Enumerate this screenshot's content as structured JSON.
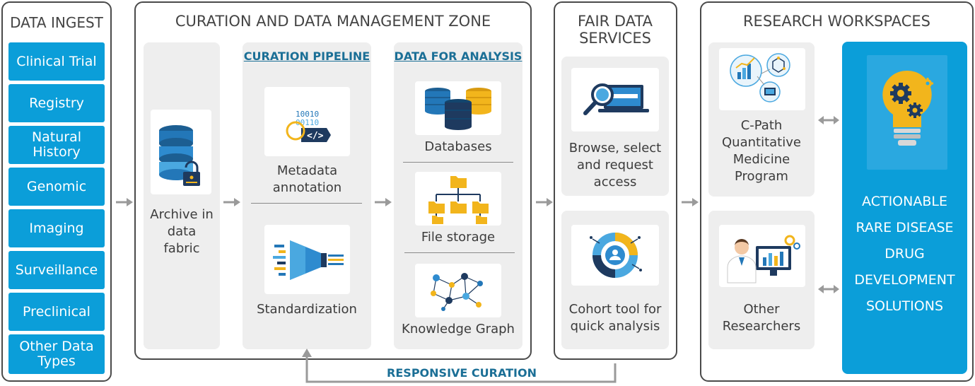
{
  "ingest": {
    "title": "DATA INGEST",
    "items": [
      {
        "label": "Clinical Trial"
      },
      {
        "label": "Registry"
      },
      {
        "label": "Natural History"
      },
      {
        "label": "Genomic"
      },
      {
        "label": "Imaging"
      },
      {
        "label": "Surveillance"
      },
      {
        "label": "Preclinical"
      },
      {
        "label": "Other Data Types"
      }
    ]
  },
  "curation": {
    "title": "CURATION AND DATA MANAGEMENT ZONE",
    "archive": {
      "label": "Archive in data fabric",
      "icon": "database-lock-icon"
    },
    "pipeline": {
      "title": "CURATION PIPELINE",
      "steps": [
        {
          "label": "Metadata annotation",
          "icon": "metadata-tag-icon"
        },
        {
          "label": "Standardization",
          "icon": "funnel-icon"
        }
      ]
    },
    "analysis": {
      "title": "DATA FOR ANALYSIS",
      "items": [
        {
          "label": "Databases",
          "icon": "databases-icon"
        },
        {
          "label": "File storage",
          "icon": "folder-tree-icon"
        },
        {
          "label": "Knowledge Graph",
          "icon": "knowledge-graph-icon"
        }
      ]
    }
  },
  "fair": {
    "title": "FAIR DATA SERVICES",
    "items": [
      {
        "label": "Browse, select and request access",
        "icon": "search-laptop-icon"
      },
      {
        "label": "Cohort tool for quick analysis",
        "icon": "cohort-donut-icon"
      }
    ]
  },
  "workspaces": {
    "title": "RESEARCH WORKSPACES",
    "items": [
      {
        "label": "C-Path Quantitative Medicine Program",
        "icon": "analytics-icon"
      },
      {
        "label": "Other Researchers",
        "icon": "researcher-icon"
      }
    ],
    "outcome": {
      "icon": "lightbulb-gears-icon",
      "lines": [
        "ACTIONABLE",
        "RARE DISEASE",
        "DRUG",
        "DEVELOPMENT",
        "SOLUTIONS"
      ]
    }
  },
  "feedback": {
    "label": "RESPONSIVE CURATION"
  },
  "colors": {
    "accent": "#0b9ed9",
    "frame": "#4a4a4a",
    "panel": "#eeeeee",
    "link": "#1b6f96",
    "gold": "#f2b51c",
    "navy": "#1e3a5f"
  }
}
